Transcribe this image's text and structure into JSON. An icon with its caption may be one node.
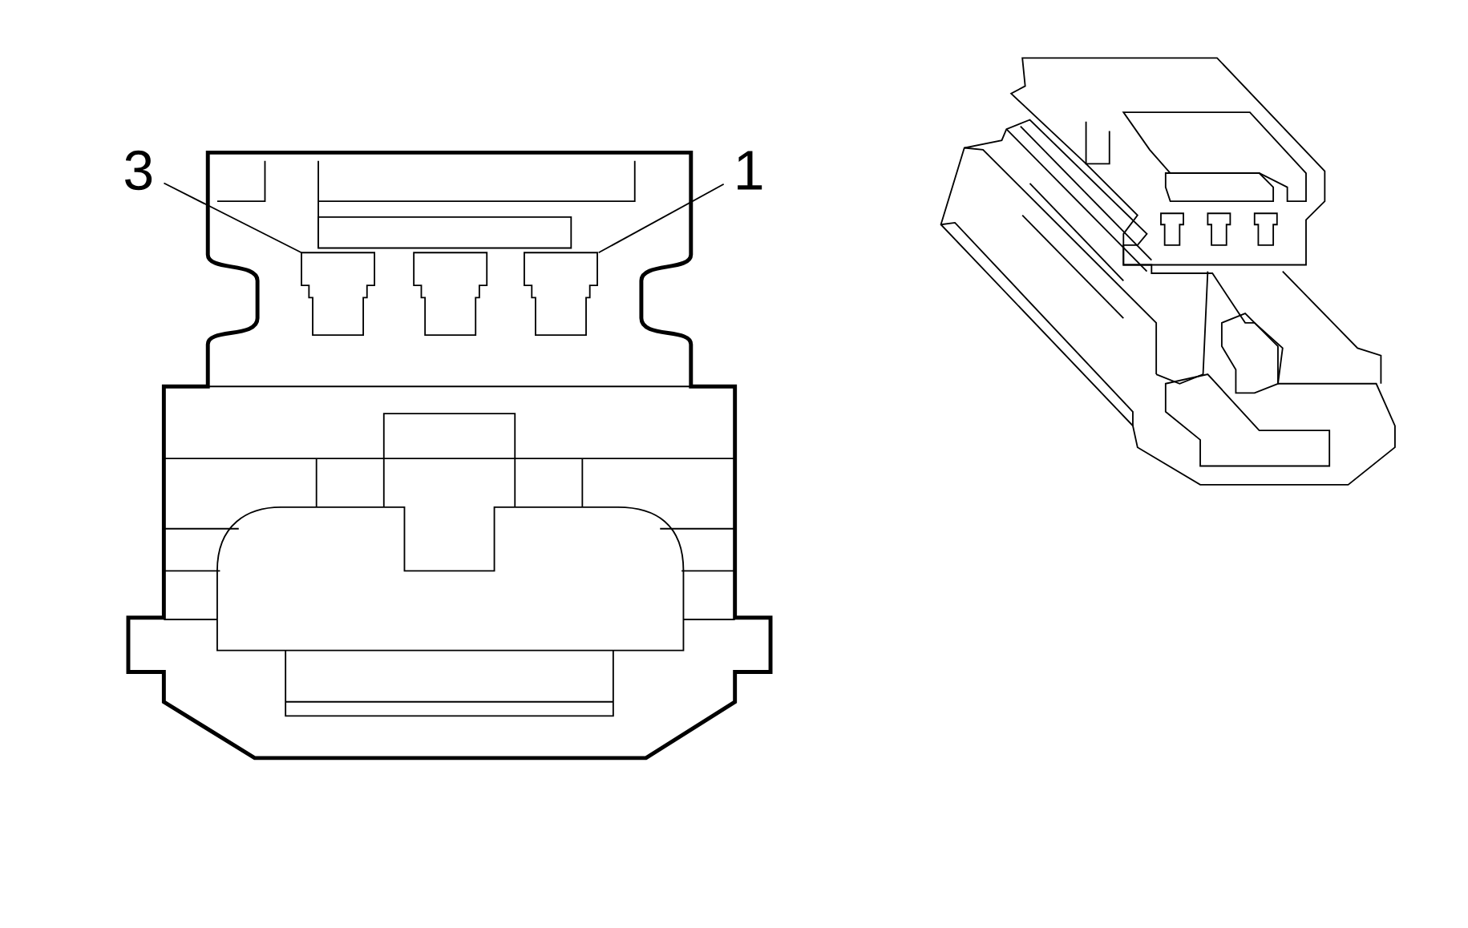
{
  "diagram": {
    "nodes": [
      {
        "text": [
          "3"
        ]
      },
      {
        "text": [
          "1"
        ]
      },
      {
        "text": [],
        "shape": "box"
      },
      {
        "text": [],
        "shape": "box"
      },
      {
        "text": [],
        "shape": "box"
      }
    ],
    "edges": [
      {
        "from": 0,
        "to": 2,
        "arrow": "none"
      },
      {
        "from": 1,
        "to": 4,
        "arrow": "none"
      }
    ]
  }
}
